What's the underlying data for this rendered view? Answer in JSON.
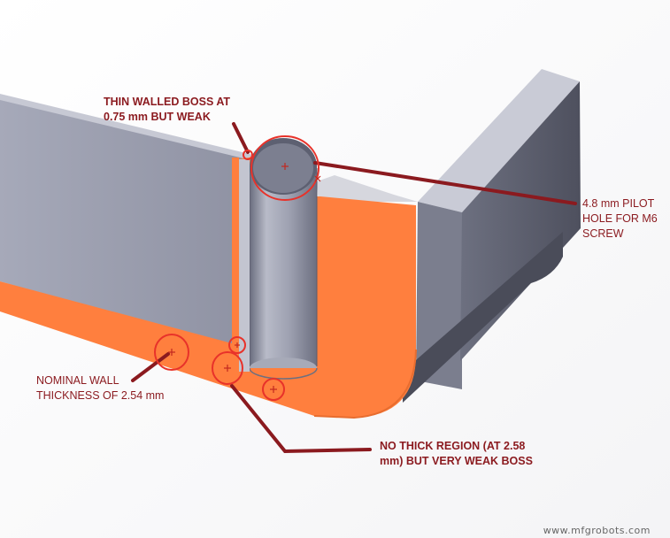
{
  "annotations": {
    "thin_walled_boss": "THIN WALLED BOSS AT\n0.75 mm BUT WEAK",
    "pilot_hole": "4.8 mm PILOT\nHOLE FOR M6\nSCREW",
    "nominal_wall": "NOMINAL WALL\nTHICKNESS OF 2.54 mm",
    "no_thick_region": "NO THICK REGION (AT 2.58\nmm) BUT VERY WEAK BOSS"
  },
  "watermark": "www.mfgrobots.com",
  "colors": {
    "annotation": "#8b1a1f",
    "section_face": "#ff7f3e",
    "wall_light": "#9fa2b2",
    "wall_dark": "#5e6070",
    "marker_ring": "#e8322a"
  }
}
